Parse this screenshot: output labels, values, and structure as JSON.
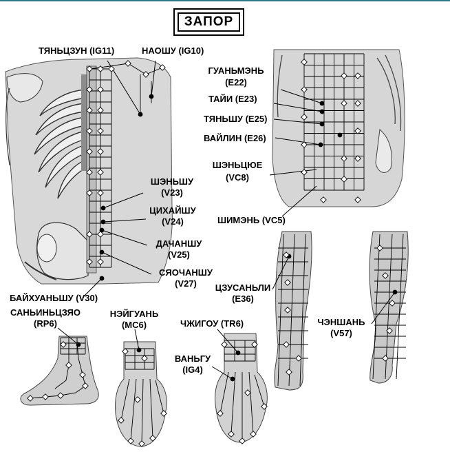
{
  "title": "ЗАПОР",
  "labels": {
    "ig11": "ТЯНЬЦЗУН (IG11)",
    "ig10": "НАОШУ (IG10)",
    "e22_name": "ГУАНЬМЭНЬ",
    "e22_code": "(E22)",
    "e23": "ТАЙИ (E23)",
    "e25": "ТЯНЬШУ (E25)",
    "e26": "ВАЙЛИН (E26)",
    "vc8_name": "ШЭНЬЦЮЕ",
    "vc8_code": "(VC8)",
    "v23_name": "ШЭНЬШУ",
    "v23_code": "(V23)",
    "v24_name": "ЦИХАЙШУ",
    "v24_code": "(V24)",
    "v25_name": "ДАЧАНШУ",
    "v25_code": "(V25)",
    "v27_name": "СЯОЧАНШУ",
    "v27_code": "(V27)",
    "vc5": "ШИМЭНЬ (VC5)",
    "v30": "БАЙХУАНЬШУ (V30)",
    "rp6_name": "САНЬИНЬЦЗЯО",
    "rp6_code": "(RP6)",
    "mc6_name": "НЭЙГУАНЬ",
    "mc6_code": "(MC6)",
    "tr6": "ЧЖИГОУ (TR6)",
    "ig4_name": "ВАНЬГУ",
    "ig4_code": "(IG4)",
    "e36_name": "ЦЗУСАНЬЛИ",
    "e36_code": "(E36)",
    "v57_name": "ЧЭНШАНЬ",
    "v57_code": "(V57)"
  },
  "colors": {
    "line": "#000000",
    "figure_fill": "#cfcfcf",
    "figure_dark": "#8c8c8c",
    "accent_top": "#2a7b86"
  }
}
